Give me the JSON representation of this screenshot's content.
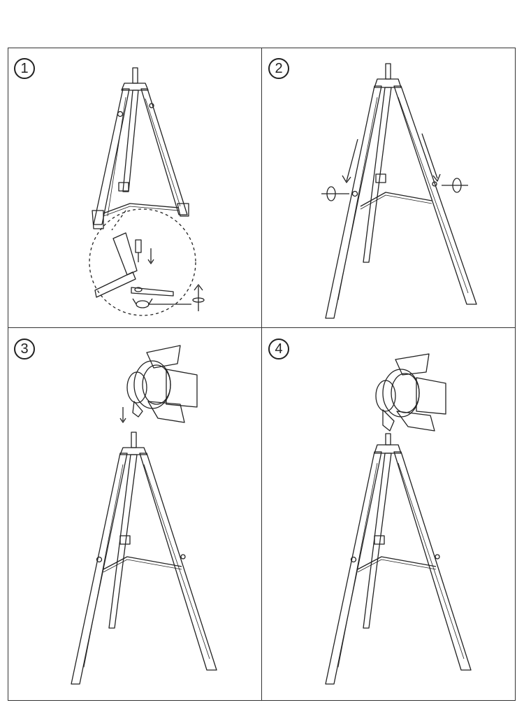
{
  "steps": [
    {
      "number": "1"
    },
    {
      "number": "2"
    },
    {
      "number": "3"
    },
    {
      "number": "4"
    }
  ],
  "colors": {
    "line": "#222222",
    "frame": "#333333",
    "background": "#ffffff"
  }
}
